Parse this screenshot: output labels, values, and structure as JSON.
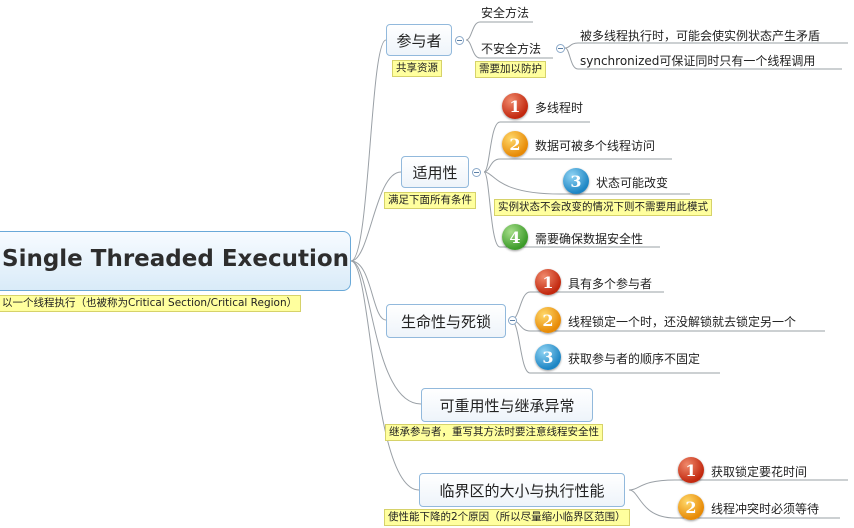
{
  "root": {
    "title": "Single Threaded Execution",
    "note": "以一个线程执行（也被称为Critical Section/Critical Region）"
  },
  "branches": {
    "participants": {
      "label": "参与者",
      "note": "共享资源",
      "children": {
        "safe": "安全方法",
        "unsafe": "不安全方法",
        "unsafe_note": "需要加以防护",
        "unsafe_children": [
          "被多线程执行时，可能会使实例状态产生矛盾",
          "synchronized可保证同时只有一个线程调用"
        ]
      }
    },
    "applicability": {
      "label": "适用性",
      "note": "满足下面所有条件",
      "items": [
        {
          "num": "1",
          "text": "多线程时"
        },
        {
          "num": "2",
          "text": "数据可被多个线程访问"
        },
        {
          "num": "3",
          "text": "状态可能改变"
        },
        {
          "num": "4",
          "text": "需要确保数据安全性"
        }
      ],
      "item3_note": "实例状态不会改变的情况下则不需要用此模式"
    },
    "liveness": {
      "label": "生命性与死锁",
      "items": [
        {
          "num": "1",
          "text": "具有多个参与者"
        },
        {
          "num": "2",
          "text": "线程锁定一个时，还没解锁就去锁定另一个"
        },
        {
          "num": "3",
          "text": "获取参与者的顺序不固定"
        }
      ]
    },
    "reuse": {
      "label": "可重用性与继承异常",
      "note": "继承参与者，重写其方法时要注意线程安全性"
    },
    "critical": {
      "label": "临界区的大小与执行性能",
      "note": "使性能下降的2个原因（所以尽量缩小临界区范围）",
      "items": [
        {
          "num": "1",
          "text": "获取锁定要花时间"
        },
        {
          "num": "2",
          "text": "线程冲突时必须等待"
        }
      ]
    }
  },
  "colors": {
    "connector": "#9aa0a6",
    "note_bg": "#ffff9e",
    "topic_border": "#92b9dc",
    "root_border": "#6aa9d8",
    "badge_red": "#c2280f",
    "badge_orange": "#e78a06",
    "badge_blue": "#1e86c4",
    "badge_green": "#3d9b2a"
  }
}
